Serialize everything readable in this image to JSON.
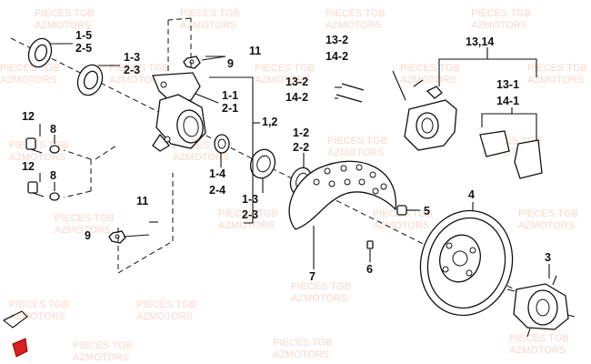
{
  "diagram": {
    "watermarks": [
      "PIECES TGB",
      "AZMOTORS"
    ],
    "callouts": {
      "c_1_5": "1-5",
      "c_2_5": "2-5",
      "c_1_3a": "1-3",
      "c_2_3a": "2-3",
      "c_11a": "11",
      "c_9a": "9",
      "c_1_1": "1-1",
      "c_2_1": "2-1",
      "c_1_2a": "1,2",
      "c_12a": "12",
      "c_8a": "8",
      "c_12b": "12",
      "c_8b": "8",
      "c_1_4": "1-4",
      "c_2_4": "2-4",
      "c_1_3b": "1-3",
      "c_2_3b": "2-3",
      "c_1_2b": "1-2",
      "c_2_2": "2-2",
      "c_11b": "11",
      "c_9b": "9",
      "c_13_2a": "13-2",
      "c_14_2a": "14-2",
      "c_13_2b": "13-2",
      "c_14_2b": "14-2",
      "c_13_14": "13,14",
      "c_13_1": "13-1",
      "c_14_1": "14-1",
      "c_4": "4",
      "c_5": "5",
      "c_6": "6",
      "c_7": "7",
      "c_3": "3"
    }
  }
}
